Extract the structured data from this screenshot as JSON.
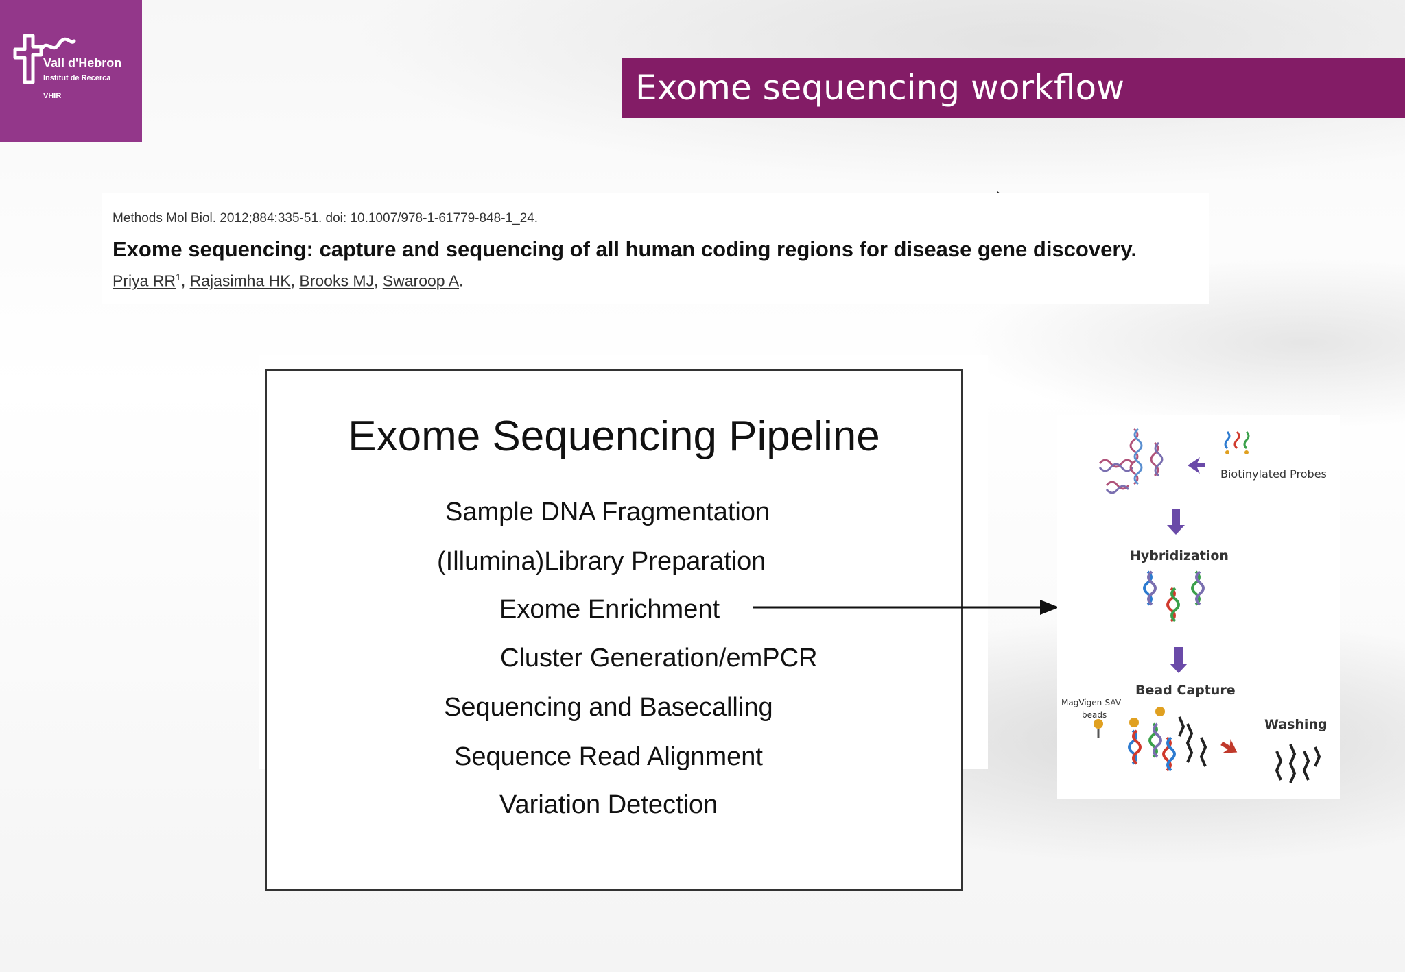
{
  "logo": {
    "line1": "Vall d'Hebron",
    "line2": "Institut de Recerca",
    "line3": "VHIR"
  },
  "header": {
    "title": "Exome sequencing workflow"
  },
  "citation": {
    "journal": "Methods Mol Biol.",
    "details": " 2012;884:335-51. doi: 10.1007/978-1-61779-848-1_24.",
    "title": "Exome sequencing: capture and sequencing of all human coding regions for disease gene discovery.",
    "authors": [
      "Priya RR",
      "Rajasimha HK",
      "Brooks MJ",
      "Swaroop A"
    ],
    "first_author_sup": "1"
  },
  "pipeline": {
    "title": "Exome Sequencing Pipeline",
    "steps": [
      "Sample DNA Fragmentation",
      "(Illumina)Library Preparation",
      "Exome Enrichment",
      "Cluster Generation/emPCR",
      "Sequencing and Basecalling",
      "Sequence Read Alignment",
      "Variation Detection"
    ]
  },
  "capture_diagram": {
    "probes_label": "Biotinylated Probes",
    "hybridization_label": "Hybridization",
    "bead_capture_label": "Bead Capture",
    "beads_label_line1": "MagVigen-SAV",
    "beads_label_line2": "beads",
    "washing_label": "Washing"
  },
  "colors": {
    "brand_purple": "#93378a",
    "title_bar": "#831c66",
    "arrow_purple": "#6a4aa8",
    "arrow_red": "#c0392b"
  }
}
